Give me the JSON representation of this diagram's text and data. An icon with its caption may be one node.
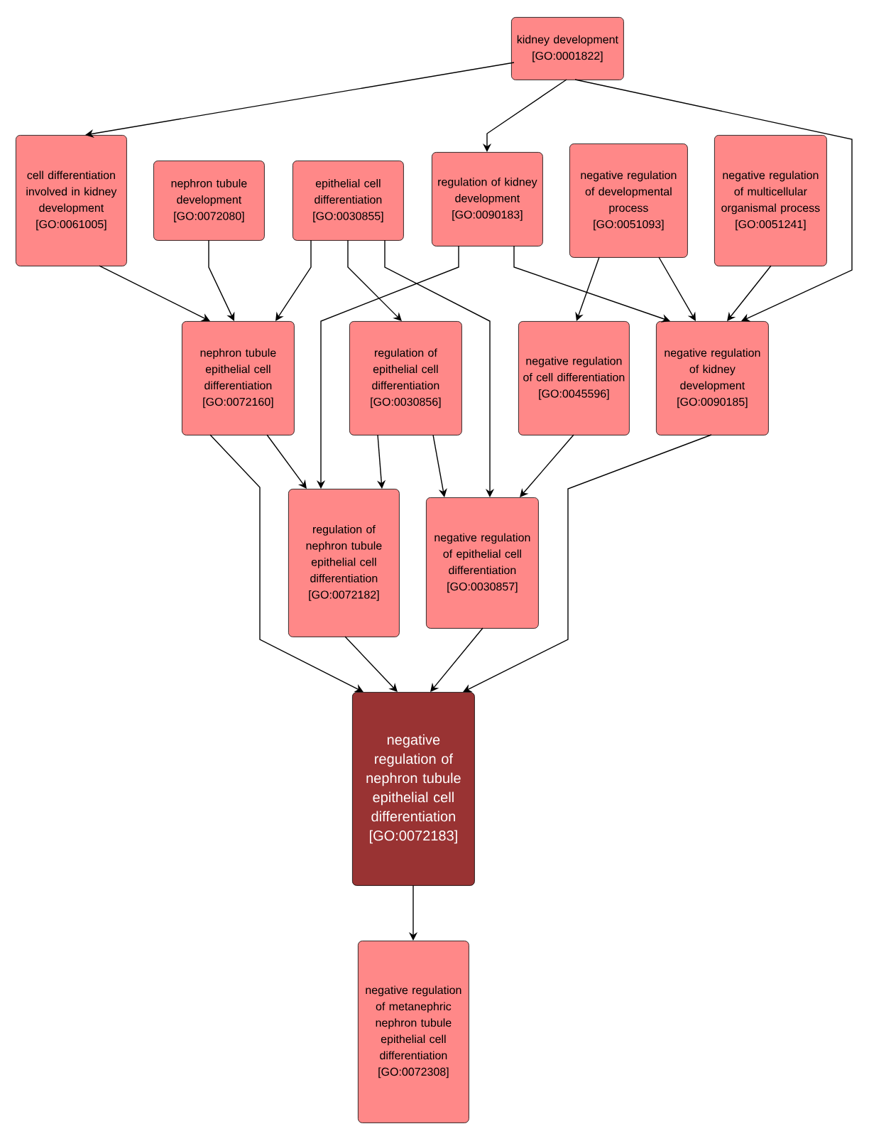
{
  "diagram": {
    "nodes": [
      {
        "text": [
          "kidney development [GO:0001822]"
        ]
      },
      {
        "text": [
          "cell differentiation involved in kidney development [GO:0061005]"
        ]
      },
      {
        "text": [
          "nephron tubule development [GO:0072080]"
        ]
      },
      {
        "text": [
          "epithelial cell differentiation [GO:0030855]"
        ]
      },
      {
        "text": [
          "regulation of kidney development [GO:0090183]"
        ]
      },
      {
        "text": [
          "negative regulation of developmental process [GO:0051093]"
        ]
      },
      {
        "text": [
          "negative regulation of multicellular organismal process [GO:0051241]"
        ]
      },
      {
        "text": [
          "nephron tubule epithelial cell differentiation [GO:0072160]"
        ]
      },
      {
        "text": [
          "regulation of epithelial cell differentiation [GO:0030856]"
        ]
      },
      {
        "text": [
          "negative regulation of cell differentiation [GO:0045596]"
        ]
      },
      {
        "text": [
          "negative regulation of kidney development [GO:0090185]"
        ]
      },
      {
        "text": [
          "regulation of nephron tubule epithelial cell differentiation [GO:0072182]"
        ]
      },
      {
        "text": [
          "negative regulation of epithelial cell differentiation [GO:0030857]"
        ]
      },
      {
        "text": [
          "negative regulation of nephron tubule epithelial cell differentiation [GO:0072183]"
        ]
      },
      {
        "text": [
          "negative regulation of metanephric nephron tubule epithelial cell differentiation [GO:0072308]"
        ]
      }
    ],
    "edges": [
      {
        "from": 0,
        "to": 1,
        "arrow": "to"
      },
      {
        "from": 0,
        "to": 4,
        "arrow": "to"
      },
      {
        "from": 0,
        "to": 10,
        "arrow": "to"
      },
      {
        "from": 1,
        "to": 7,
        "arrow": "to"
      },
      {
        "from": 2,
        "to": 7,
        "arrow": "to"
      },
      {
        "from": 3,
        "to": 7,
        "arrow": "to"
      },
      {
        "from": 3,
        "to": 8,
        "arrow": "to"
      },
      {
        "from": 3,
        "to": 12,
        "arrow": "to"
      },
      {
        "from": 4,
        "to": 11,
        "arrow": "to"
      },
      {
        "from": 4,
        "to": 10,
        "arrow": "to"
      },
      {
        "from": 5,
        "to": 9,
        "arrow": "to"
      },
      {
        "from": 5,
        "to": 10,
        "arrow": "to"
      },
      {
        "from": 6,
        "to": 10,
        "arrow": "to"
      },
      {
        "from": 7,
        "to": 11,
        "arrow": "to"
      },
      {
        "from": 7,
        "to": 13,
        "arrow": "to"
      },
      {
        "from": 8,
        "to": 11,
        "arrow": "to"
      },
      {
        "from": 8,
        "to": 12,
        "arrow": "to"
      },
      {
        "from": 9,
        "to": 12,
        "arrow": "to"
      },
      {
        "from": 10,
        "to": 13,
        "arrow": "to"
      },
      {
        "from": 11,
        "to": 13,
        "arrow": "to"
      },
      {
        "from": 12,
        "to": 13,
        "arrow": "to"
      },
      {
        "from": 13,
        "to": 14,
        "arrow": "to"
      }
    ]
  }
}
